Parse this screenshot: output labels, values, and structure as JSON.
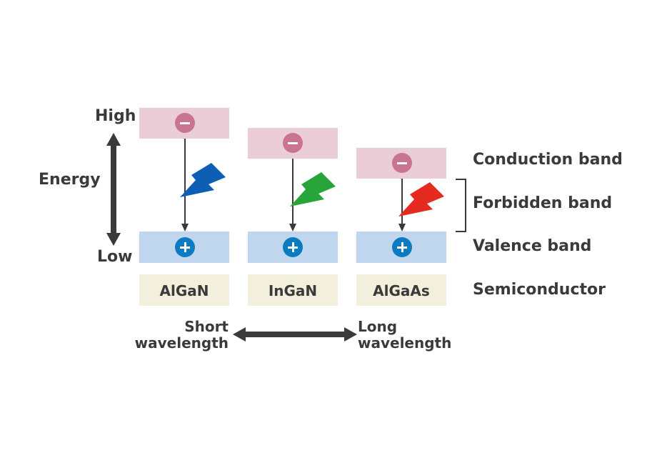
{
  "energy": {
    "label": "Energy",
    "high": "High",
    "low": "Low"
  },
  "legend": {
    "conduction": "Conduction band",
    "forbidden": "Forbidden band",
    "valence": "Valence band",
    "semiconductor": "Semiconductor"
  },
  "materials": [
    {
      "name": "AlGaN",
      "light_color": "#0e5fb4"
    },
    {
      "name": "InGaN",
      "light_color": "#27a53a"
    },
    {
      "name": "AlGaAs",
      "light_color": "#e52a1f"
    }
  ],
  "wavelength": {
    "short_line1": "Short",
    "short_line2": "wavelength",
    "long_line1": "Long",
    "long_line2": "wavelength"
  },
  "colors": {
    "conduction_band": "#ebcdd7",
    "valence_band": "#bfd6ee",
    "semiconductor_box": "#f3efdd",
    "electron": "#c9758f",
    "hole": "#0b7cc0",
    "text": "#3a3a3a"
  }
}
